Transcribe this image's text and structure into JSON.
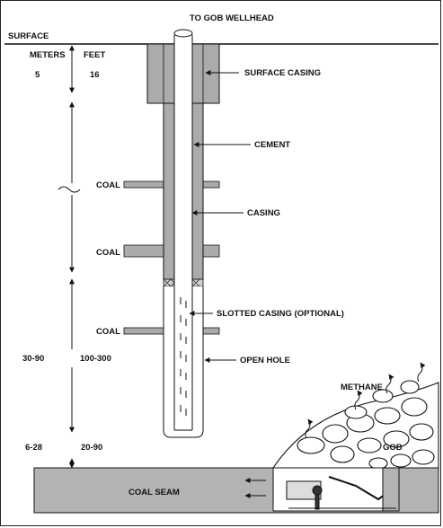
{
  "title": "TO GOB WELLHEAD",
  "surface": "SURFACE",
  "units": {
    "meters": "METERS",
    "feet": "FEET"
  },
  "depths": [
    {
      "meters": "5",
      "feet": "16"
    },
    {
      "meters": "30-90",
      "feet": "100-300"
    },
    {
      "meters": "6-28",
      "feet": "20-90"
    }
  ],
  "callouts": {
    "surface_casing": "SURFACE CASING",
    "cement": "CEMENT",
    "casing": "CASING",
    "slotted_casing": "SLOTTED CASING (OPTIONAL)",
    "open_hole": "OPEN HOLE"
  },
  "coal_label": "COAL",
  "coal_seams_above": 3,
  "methane": "METHANE",
  "gob": "GOB",
  "coal_seam": "COAL SEAM",
  "colors": {
    "gray": "#ababab",
    "coal_seam": "#b3b3b3",
    "line": "#111111",
    "white": "#ffffff"
  }
}
